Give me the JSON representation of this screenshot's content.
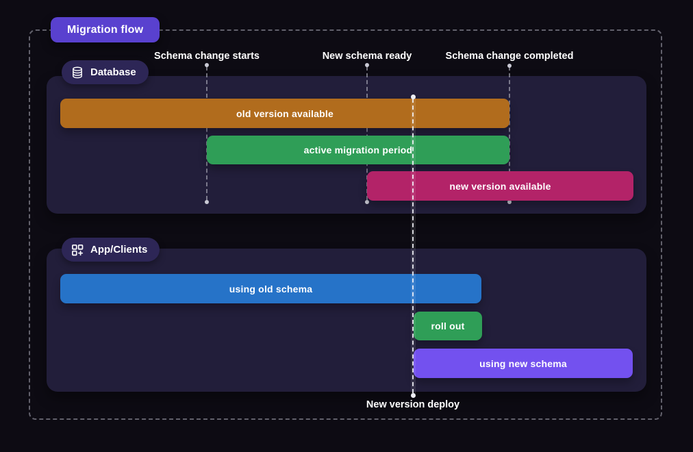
{
  "title": "Migration flow",
  "colors": {
    "page_bg": "#0d0b13",
    "panel_bg": "#221e3a",
    "pill_bg": "#2d2656",
    "title_badge_bg": "#5941cf",
    "milestone_line": "#c4c4d0",
    "deploy_line": "#f2f2f8"
  },
  "milestones": {
    "schema_change_starts": {
      "label": "Schema change starts"
    },
    "new_schema_ready": {
      "label": "New schema ready"
    },
    "schema_change_completed": {
      "label": "Schema change completed"
    },
    "new_version_deploy": {
      "label": "New version deploy"
    }
  },
  "lanes": {
    "database": {
      "label": "Database",
      "icon": "database-icon",
      "bars": {
        "old_version": {
          "label": "old version available",
          "color": "#b16c1d"
        },
        "active_migration": {
          "label": "active migration period",
          "color": "#2f9e57"
        },
        "new_version": {
          "label": "new version available",
          "color": "#b32368"
        }
      }
    },
    "app_clients": {
      "label": "App/Clients",
      "icon": "apps-plus-icon",
      "bars": {
        "using_old_schema": {
          "label": "using old schema",
          "color": "#2673c8"
        },
        "roll_out": {
          "label": "roll out",
          "color": "#2f9e57"
        },
        "using_new_schema": {
          "label": "using new schema",
          "color": "#7351ef"
        }
      }
    }
  }
}
